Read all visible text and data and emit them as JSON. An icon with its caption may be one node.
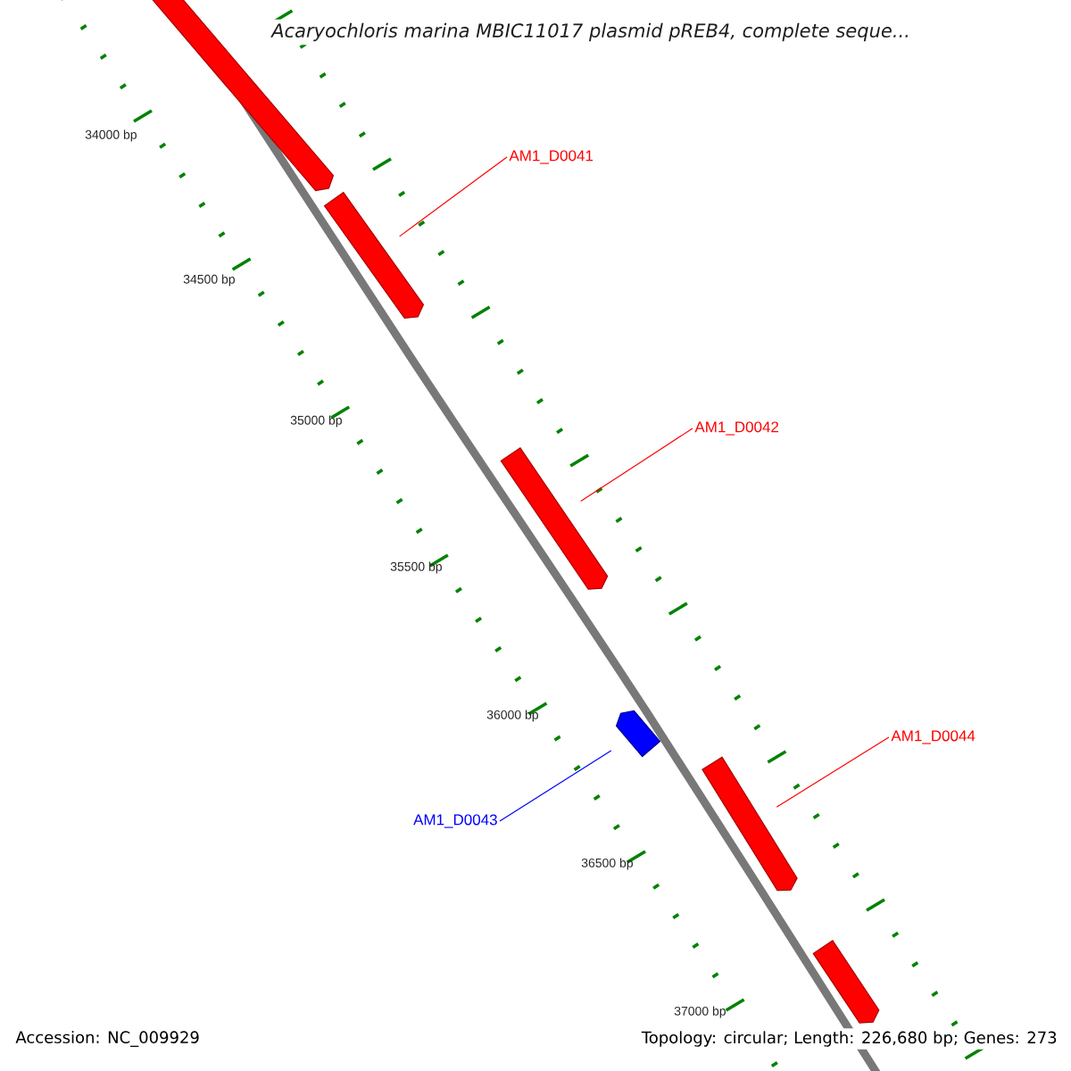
{
  "diagram": {
    "title": "Acaryochloris marina MBIC11017 plasmid pREB4, complete seque...",
    "nodes": [
      {
        "text": [],
        "shape": "bar"
      },
      {
        "text": [],
        "shape": "bar"
      },
      {
        "text": [
          "AM1_D0041"
        ]
      },
      {
        "text": [],
        "shape": "bar"
      },
      {
        "text": [
          "AM1_D0042"
        ]
      },
      {
        "text": [],
        "shape": "bar"
      },
      {
        "text": [
          "AM1_D0043"
        ]
      },
      {
        "text": [],
        "shape": "bar"
      },
      {
        "text": [
          "AM1_D0044"
        ]
      },
      {
        "text": [],
        "shape": "bar"
      }
    ],
    "edges": [
      {
        "from": 2,
        "to": 1,
        "arrow": "none"
      },
      {
        "from": 4,
        "to": 3,
        "arrow": "none"
      },
      {
        "from": 6,
        "to": 5,
        "arrow": "none",
        "color": "#0000ff"
      },
      {
        "from": 8,
        "to": 7,
        "arrow": "none"
      }
    ],
    "labels": [
      "34000 bp",
      "34500 bp",
      "35000 bp",
      "35500 bp",
      "36000 bp",
      "36500 bp",
      "37000 bp",
      "Accession: NC_009929",
      "Topology: circular; Length: 226,680 bp; Genes: 273"
    ]
  }
}
